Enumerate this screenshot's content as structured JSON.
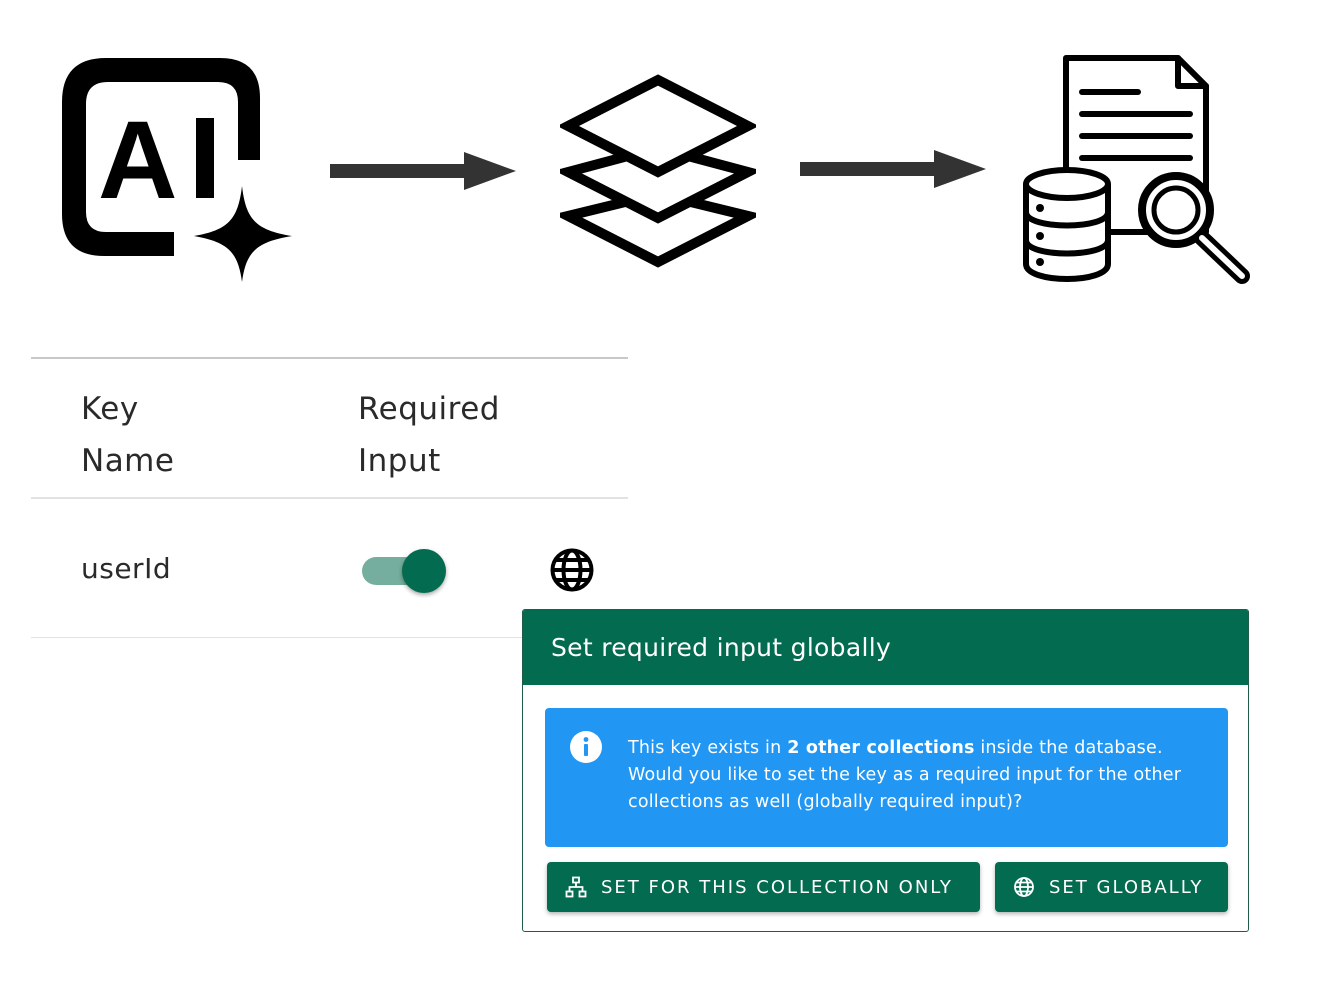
{
  "colors": {
    "primary": "#036b4f",
    "info": "#2196f3",
    "icon": "#000000",
    "arrow": "#333333"
  },
  "flow": {
    "steps": [
      {
        "icon": "ai-sparkle-icon"
      },
      {
        "icon": "layers-icon"
      },
      {
        "icon": "database-document-search-icon"
      }
    ],
    "connector_icon": "arrow-right-icon"
  },
  "table": {
    "headers": {
      "key_name": [
        "Key",
        "Name"
      ],
      "required_input": [
        "Required",
        "Input"
      ]
    },
    "rows": [
      {
        "key": "userId",
        "required": true,
        "action_icon": "globe-icon"
      }
    ]
  },
  "dialog": {
    "title": "Set required input globally",
    "info": {
      "icon": "info-icon",
      "text_before": "This key exists in ",
      "text_bold": "2 other collections",
      "text_after": " inside the database. Would you like to set the key as a required input for the other collections as well (globally required input)?"
    },
    "buttons": [
      {
        "label": "SET FOR THIS COLLECTION ONLY",
        "icon": "sitemap-icon"
      },
      {
        "label": "SET GLOBALLY",
        "icon": "globe-icon"
      }
    ]
  }
}
